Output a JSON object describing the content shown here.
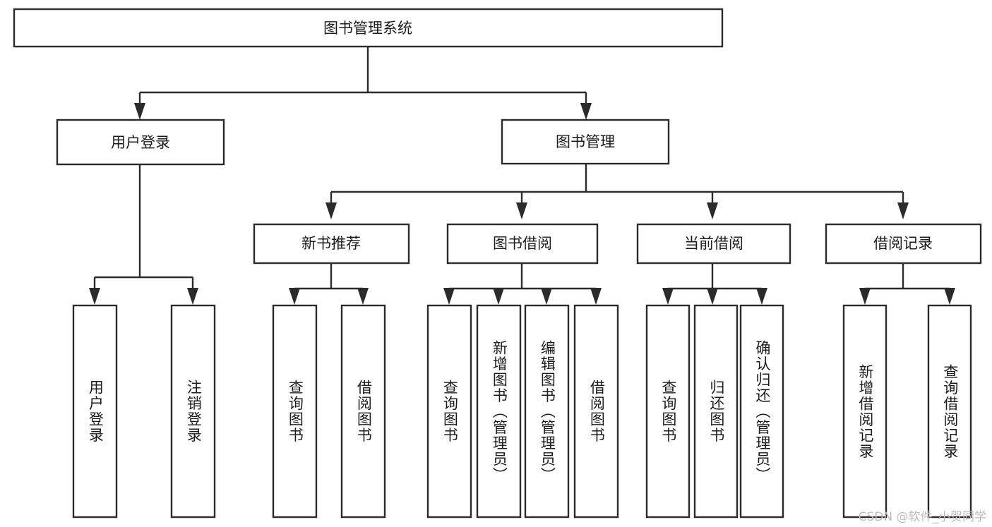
{
  "diagram": {
    "type": "tree",
    "title": "图书管理系统",
    "watermark": "CSDN @软件_小贺同学",
    "orientation": "top-down",
    "nodes": {
      "root": {
        "label": "图书管理系统",
        "level": 0
      },
      "l1": [
        {
          "label": "用户登录",
          "level": 1
        },
        {
          "label": "图书管理",
          "level": 1
        }
      ],
      "l2": [
        {
          "label": "新书推荐",
          "level": 2,
          "parent": "图书管理"
        },
        {
          "label": "图书借阅",
          "level": 2,
          "parent": "图书管理"
        },
        {
          "label": "当前借阅",
          "level": 2,
          "parent": "图书管理"
        },
        {
          "label": "借阅记录",
          "level": 2,
          "parent": "图书管理"
        }
      ],
      "leaves": [
        {
          "label": "用户登录",
          "parent": "用户登录",
          "group": "login"
        },
        {
          "label": "注销登录",
          "parent": "用户登录",
          "group": "login"
        },
        {
          "label": "查询图书",
          "parent": "新书推荐",
          "group": "recommend"
        },
        {
          "label": "借阅图书",
          "parent": "新书推荐",
          "group": "recommend"
        },
        {
          "label": "查询图书",
          "parent": "图书借阅",
          "group": "borrow"
        },
        {
          "label": "新增图书（管理员）",
          "parent": "图书借阅",
          "group": "borrow"
        },
        {
          "label": "编辑图书（管理员）",
          "parent": "图书借阅",
          "group": "borrow"
        },
        {
          "label": "借阅图书",
          "parent": "图书借阅",
          "group": "borrow"
        },
        {
          "label": "查询图书",
          "parent": "当前借阅",
          "group": "current"
        },
        {
          "label": "归还图书",
          "parent": "当前借阅",
          "group": "current"
        },
        {
          "label": "确认归还（管理员）",
          "parent": "当前借阅",
          "group": "current"
        },
        {
          "label": "新增借阅记录",
          "parent": "借阅记录",
          "group": "record"
        },
        {
          "label": "查询借阅记录",
          "parent": "借阅记录",
          "group": "record"
        }
      ]
    },
    "colors": {
      "stroke": "#2b2b2b",
      "fill": "#ffffff",
      "text": "#1c1c1c",
      "watermark": "#bdbdbd",
      "background": "#ffffff"
    }
  }
}
